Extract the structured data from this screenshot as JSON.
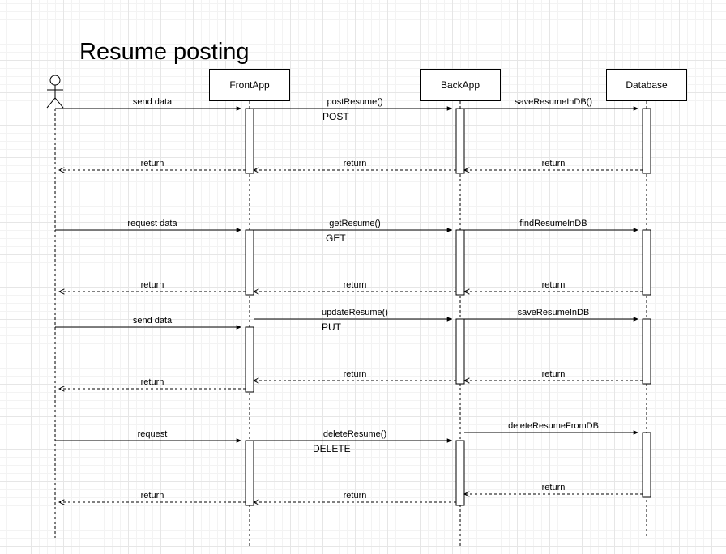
{
  "title": "Resume posting",
  "participants": {
    "front": "FrontApp",
    "back": "BackApp",
    "db": "Database"
  },
  "messages": [
    {
      "label": "send data",
      "from": "actor",
      "to": "front",
      "kind": "call"
    },
    {
      "label": "postResume()",
      "from": "front",
      "to": "back",
      "kind": "call"
    },
    {
      "label": "saveResumeInDB()",
      "from": "back",
      "to": "db",
      "kind": "call"
    },
    {
      "label": "return",
      "from": "db",
      "to": "back",
      "kind": "return"
    },
    {
      "label": "return",
      "from": "back",
      "to": "front",
      "kind": "return"
    },
    {
      "label": "return",
      "from": "front",
      "to": "actor",
      "kind": "return"
    },
    {
      "label": "request data",
      "from": "actor",
      "to": "front",
      "kind": "call"
    },
    {
      "label": "getResume()",
      "from": "front",
      "to": "back",
      "kind": "call"
    },
    {
      "label": "findResumeInDB",
      "from": "back",
      "to": "db",
      "kind": "call"
    },
    {
      "label": "return",
      "from": "db",
      "to": "back",
      "kind": "return"
    },
    {
      "label": "return",
      "from": "back",
      "to": "front",
      "kind": "return"
    },
    {
      "label": "return",
      "from": "front",
      "to": "actor",
      "kind": "return"
    },
    {
      "label": "updateResume()",
      "from": "front",
      "to": "back",
      "kind": "call"
    },
    {
      "label": "saveResumeInDB",
      "from": "back",
      "to": "db",
      "kind": "call"
    },
    {
      "label": "send data",
      "from": "actor",
      "to": "front",
      "kind": "call"
    },
    {
      "label": "return",
      "from": "db",
      "to": "back",
      "kind": "return"
    },
    {
      "label": "return",
      "from": "back",
      "to": "front",
      "kind": "return"
    },
    {
      "label": "return",
      "from": "front",
      "to": "actor",
      "kind": "return"
    },
    {
      "label": "deleteResumeFromDB",
      "from": "back",
      "to": "db",
      "kind": "call"
    },
    {
      "label": "request",
      "from": "actor",
      "to": "front",
      "kind": "call"
    },
    {
      "label": "deleteResume()",
      "from": "front",
      "to": "back",
      "kind": "call"
    },
    {
      "label": "return",
      "from": "db",
      "to": "back",
      "kind": "return"
    },
    {
      "label": "return",
      "from": "back",
      "to": "front",
      "kind": "return"
    },
    {
      "label": "return",
      "from": "front",
      "to": "actor",
      "kind": "return"
    }
  ],
  "methods": [
    "POST",
    "GET",
    "PUT",
    "DELETE"
  ],
  "colors": {
    "line": "#000000",
    "grid": "#e6e6e6",
    "background": "#ffffff"
  }
}
